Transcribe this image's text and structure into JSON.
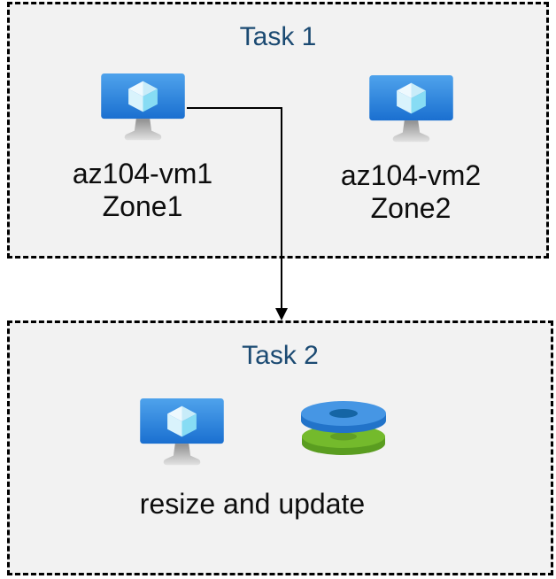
{
  "diagram": {
    "task1": {
      "title": "Task 1",
      "vms": [
        {
          "name": "az104-vm1",
          "zone": "Zone1"
        },
        {
          "name": "az104-vm2",
          "zone": "Zone2"
        }
      ]
    },
    "task2": {
      "title": "Task 2",
      "caption": "resize and update"
    },
    "flow": {
      "from": "az104-vm1",
      "to": "Task 2"
    }
  },
  "colors": {
    "background": "#ffffff",
    "box_fill": "#f2f2f2",
    "box_border": "#000000",
    "title": "#1b4a72",
    "label": "#0d0d0d",
    "arrow": "#000000",
    "vm_screen_top": "#4fa3ec",
    "vm_screen_bottom": "#1a6fd0",
    "vm_cube_light": "#eef9fe",
    "vm_cube_cyan": "#87dcf4",
    "disk_blue_top": "#4696e4",
    "disk_blue_rim": "#2273c9",
    "disk_blue_hole": "#1565a5",
    "disk_green_top": "#74ba2c",
    "disk_green_rim": "#5a9d20",
    "disk_green_hole": "#619f24"
  },
  "icons": {
    "vm": "azure-virtual-machine-icon",
    "disk": "azure-managed-disks-icon"
  }
}
